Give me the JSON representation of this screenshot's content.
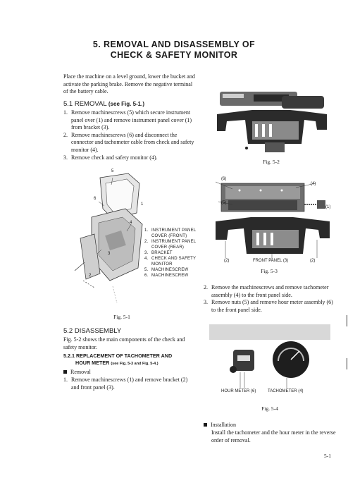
{
  "title": {
    "line1": "5. REMOVAL AND DISASSEMBLY OF",
    "line2": "CHECK & SAFETY MONITOR"
  },
  "intro": "Place the machine on a level ground, lower the bucket and activate the parking brake. Remove the negative terminal of the battery cable.",
  "section_5_1": {
    "heading": "5.1  REMOVAL",
    "ref": "(see Fig. 5-1.)",
    "steps": [
      {
        "n": "1.",
        "text": "Remove machinescrews (5) which secure instrument panel over (1) and remove instrument panel cover (1) from bracket (3)."
      },
      {
        "n": "2.",
        "text": "Remove machinescrews (6) and disconnect the connector and tachometer cable from check and safety monitor (4)."
      },
      {
        "n": "3.",
        "text": "Remove check and safety monitor (4)."
      }
    ]
  },
  "fig_5_1": {
    "caption": "Fig. 5-1",
    "callouts": [
      "5",
      "6",
      "1",
      "4",
      "3",
      "2"
    ],
    "legend": [
      {
        "n": "1.",
        "text": "INSTRUMENT PANEL COVER (FRONT)"
      },
      {
        "n": "2.",
        "text": "INSTRUMENT PANEL COVER (REAR)"
      },
      {
        "n": "3.",
        "text": "BRACKET"
      },
      {
        "n": "4.",
        "text": "CHECK AND SAFETY MONITOR"
      },
      {
        "n": "5.",
        "text": "MACHINESCREW"
      },
      {
        "n": "6.",
        "text": "MACHINESCREW"
      }
    ]
  },
  "fig_5_2": {
    "caption": "Fig. 5-2"
  },
  "fig_5_3": {
    "caption": "Fig. 5-3",
    "callouts": [
      "(6)",
      "(5)",
      "(4)",
      "(1)",
      "(2)",
      "FRONT PANEL (3)",
      "(2)"
    ]
  },
  "right_steps": [
    {
      "n": "2.",
      "text": "Remove the machinescrews and remove tachometer assembly (4) to the front panel side."
    },
    {
      "n": "3.",
      "text": "Remove nuts (5) and remove hour meter assembly (6) to the front panel side."
    }
  ],
  "section_5_2": {
    "heading": "5.2  DISASSEMBLY",
    "text": "Fig. 5-2 shows the main components of the check and safety monitor.",
    "sub_heading_1": "5.2.1  REPLACEMENT OF TACHOMETER AND",
    "sub_heading_2": "HOUR METER",
    "sub_ref": "(see Fig. 5-3 and Fig. 5-4.)",
    "removal_label": "Removal",
    "removal_step": {
      "n": "1.",
      "text": "Remove machinescrews (1) and remove bracket (2) and front panel (3)."
    }
  },
  "fig_5_4": {
    "caption": "Fig. 5-4",
    "label_hour": "HOUR METER (6)",
    "label_tach": "TACHOMETER (4)"
  },
  "installation": {
    "label": "Installation",
    "text": "Install the tachometer and the hour meter in the reverse order of removal."
  },
  "page_number": "5-1"
}
